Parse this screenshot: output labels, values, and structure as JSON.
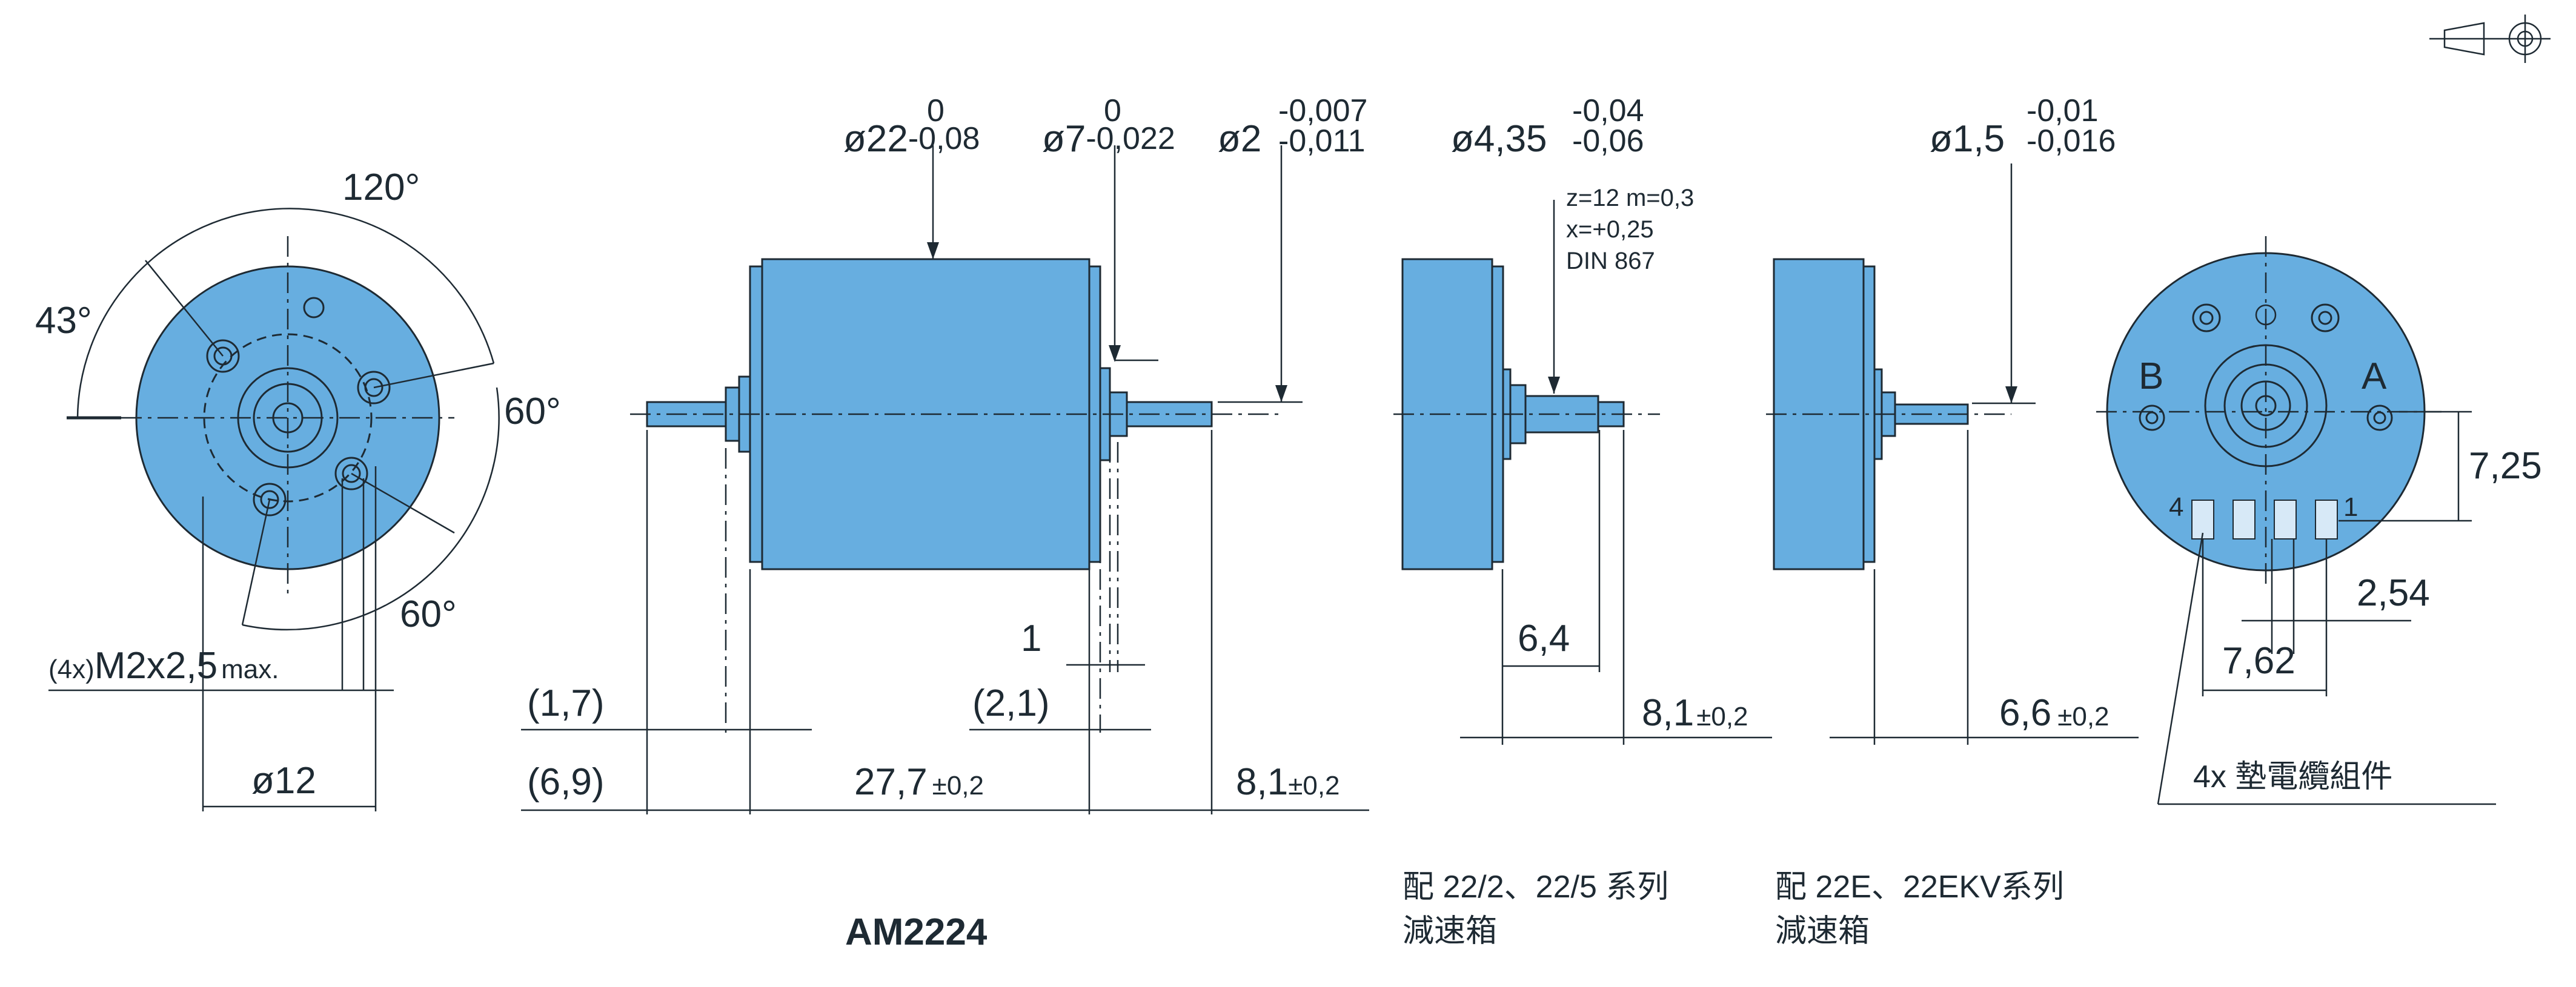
{
  "projection_symbol": "first-angle-projection-icon",
  "front_view": {
    "angle_top": "120°",
    "angle_left": "43°",
    "angle_right": "60°",
    "angle_bottom": "60°",
    "thread_prefix": "(4x)",
    "thread_label": "M2x2,5",
    "thread_suffix": "max.",
    "bore_dim": "ø12"
  },
  "side_view": {
    "d22": {
      "value": "ø22",
      "upper": "0",
      "lower": "-0,08"
    },
    "d7": {
      "value": "ø7",
      "upper": "0",
      "lower": "-0,022"
    },
    "d2": {
      "value": "ø2",
      "upper": "-0,007",
      "lower": "-0,011"
    },
    "dim_1": "1",
    "dim_1_7": "(1,7)",
    "dim_2_1": "(2,1)",
    "dim_6_9": "(6,9)",
    "len_main": "27,7",
    "len_main_tol": "±0,2",
    "shaft_len": "8,1",
    "shaft_len_tol": "±0,2",
    "model": "AM2224"
  },
  "variant_22_2": {
    "d_value": "ø4,35",
    "d_upper": "-0,04",
    "d_lower": "-0,06",
    "gear_line1": "z=12 m=0,3",
    "gear_line2": "x=+0,25",
    "gear_line3": "DIN 867",
    "pinion_len": "6,4",
    "total": "8,1",
    "total_tol": "±0,2",
    "caption_line1": "配 22/2、22/5 系列",
    "caption_line2": "減速箱"
  },
  "variant_22e": {
    "d_value": "ø1,5",
    "d_upper": "-0,01",
    "d_lower": "-0,016",
    "total": "6,6",
    "total_tol": "±0,2",
    "caption_line1": "配 22E、22EKV系列",
    "caption_line2": "減速箱"
  },
  "rear_view": {
    "label_b": "B",
    "label_a": "A",
    "pin_4": "4",
    "pin_1": "1",
    "dim_7_25": "7,25",
    "dim_2_54": "2,54",
    "dim_7_62": "7,62",
    "pad_note": "4x 墊電纜組件"
  }
}
